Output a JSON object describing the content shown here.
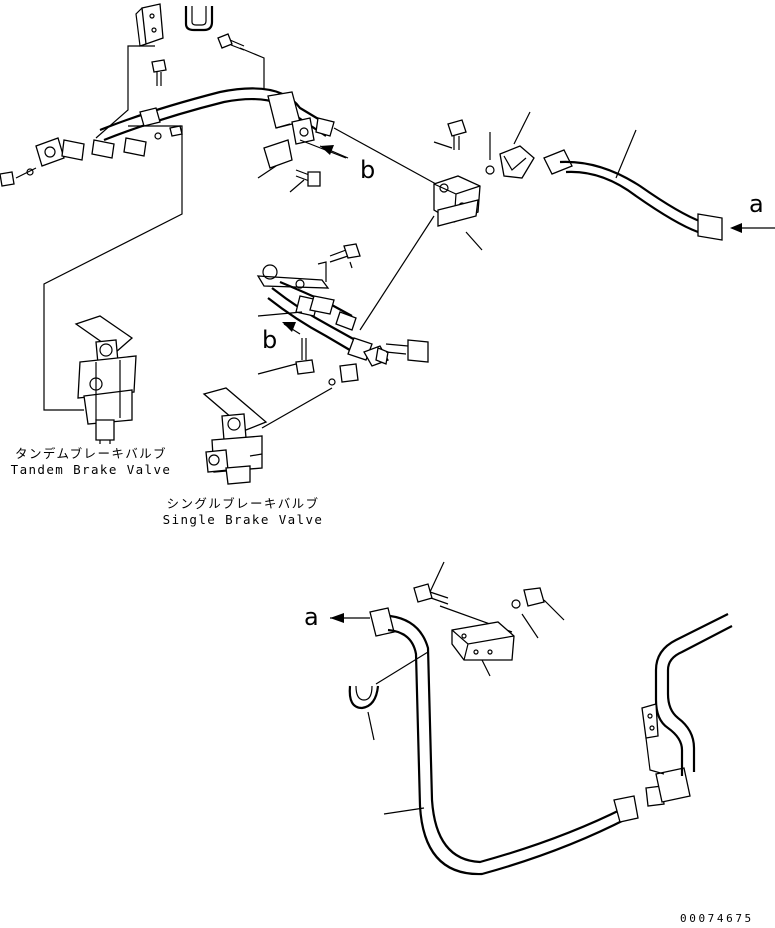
{
  "figure_code": "00074675",
  "callouts": {
    "a_upper": "a",
    "a_lower": "a",
    "b_upper": "b",
    "b_lower": "b"
  },
  "captions": {
    "tandem_jp": "タンデムブレーキバルブ",
    "tandem_en": "Tandem Brake Valve",
    "single_jp": "シングルブレーキバルブ",
    "single_en": "Single Brake Valve"
  }
}
